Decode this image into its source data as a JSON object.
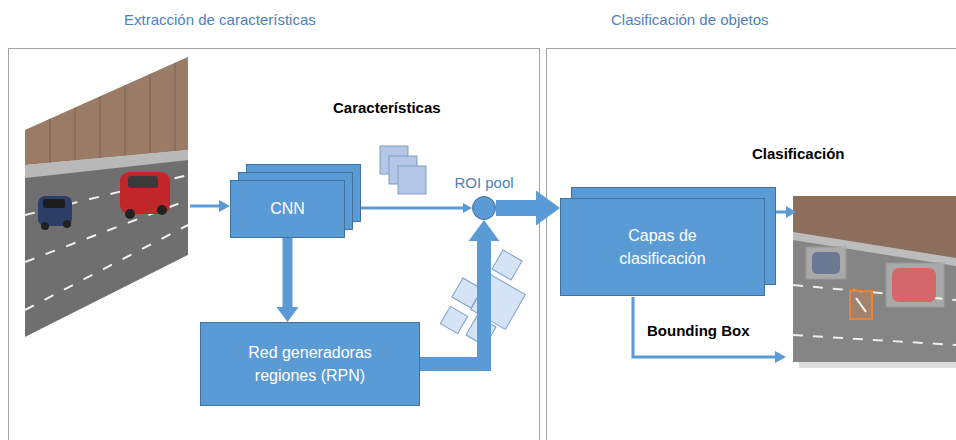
{
  "diagram": {
    "nodes": [
      {
        "text": [
          "Extracción de características"
        ]
      },
      {
        "text": [
          "Clasificación de objetos"
        ]
      },
      {
        "text": [
          "CNN"
        ],
        "in": 0
      },
      {
        "text": [
          "Red generadoras regiones (RPN)"
        ],
        "in": 0
      },
      {
        "text": [
          "ROI pool"
        ],
        "in": 0
      },
      {
        "text": [
          "Capas de clasificación"
        ],
        "in": 1
      }
    ],
    "edges": [
      {
        "from": 2,
        "to": 4,
        "arrow": "to"
      },
      {
        "from": 2,
        "to": 3,
        "arrow": "to"
      },
      {
        "from": 3,
        "to": 4,
        "arrow": "to"
      },
      {
        "from": 4,
        "to": 5,
        "arrow": "to"
      }
    ],
    "labels": [
      "Características",
      "Clasificación",
      "Bounding Box"
    ]
  }
}
